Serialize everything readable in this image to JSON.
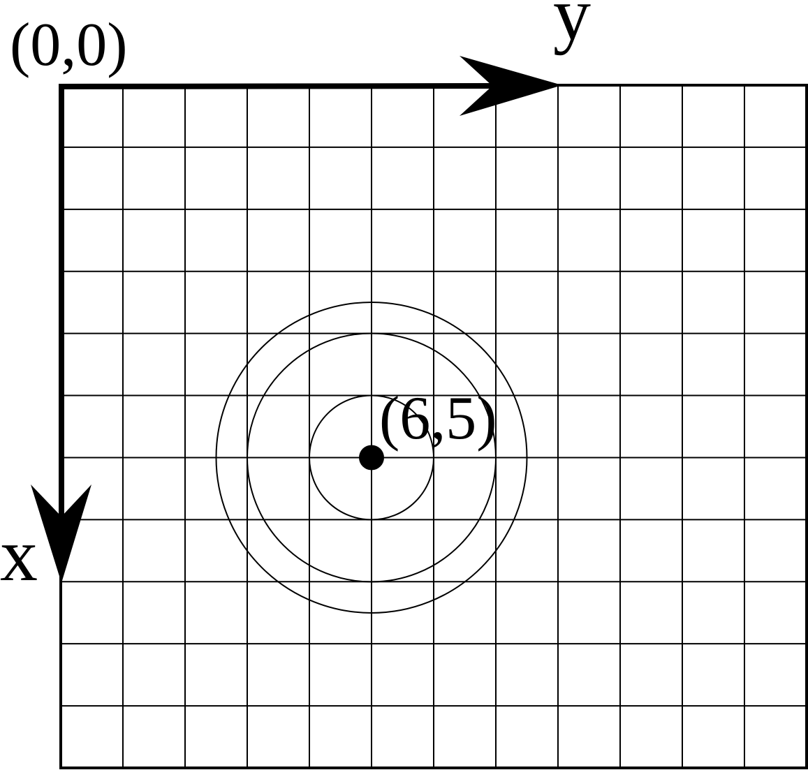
{
  "labels": {
    "origin": "(0,0)",
    "y_axis": "y",
    "x_axis": "x",
    "center_point": "(6,5)"
  },
  "grid": {
    "columns": 12,
    "rows": 11
  },
  "center": {
    "x": 6,
    "y": 5
  },
  "circles": [
    {
      "radius": 1
    },
    {
      "radius": 2
    },
    {
      "radius": 2.5
    }
  ],
  "colors": {
    "ink": "#000000",
    "background": "#ffffff"
  }
}
